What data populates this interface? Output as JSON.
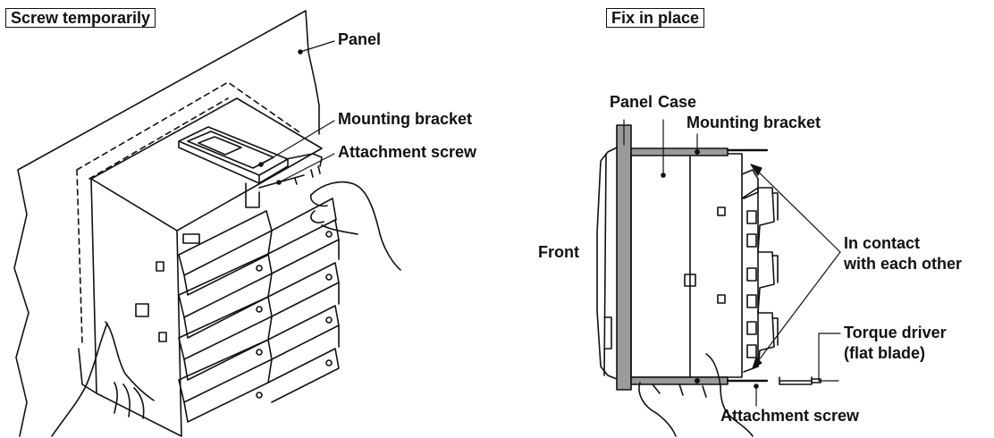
{
  "left": {
    "title": "Screw temporarily",
    "labels": {
      "panel": "Panel",
      "mounting_bracket": "Mounting bracket",
      "attachment_screw": "Attachment screw"
    }
  },
  "right": {
    "title": "Fix in place",
    "labels": {
      "panel": "Panel",
      "case": "Case",
      "mounting_bracket": "Mounting bracket",
      "front": "Front",
      "contact_line1": "In contact",
      "contact_line2": "with each other",
      "torque_line1": "Torque driver",
      "torque_line2": "(flat blade)",
      "attachment_screw": "Attachment screw"
    }
  }
}
